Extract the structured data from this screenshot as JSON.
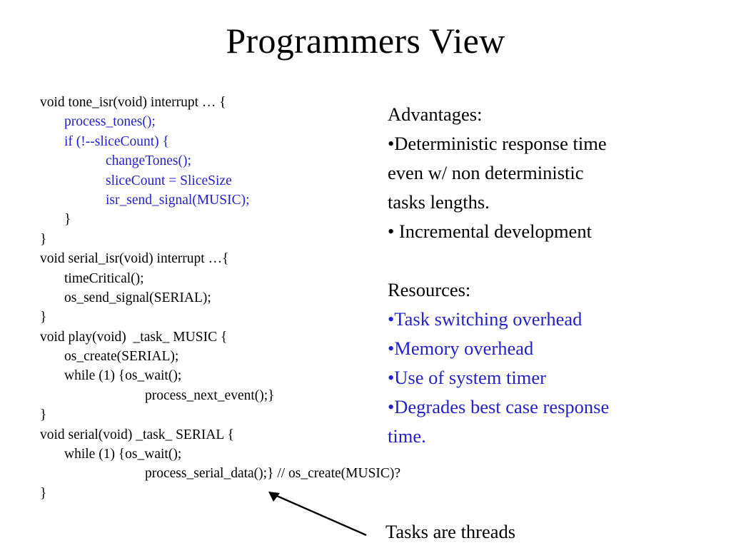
{
  "slide": {
    "title": "Programmers View",
    "background_color": "#ffffff",
    "text_color": "#000000",
    "accent_color": "#2222c8"
  },
  "code": {
    "lines": [
      {
        "text": "void tone_isr(void) interrupt … {",
        "indent": 0,
        "color": "black"
      },
      {
        "text": "process_tones();",
        "indent": 1,
        "color": "blue"
      },
      {
        "text": "if (!--sliceCount) {",
        "indent": 1,
        "color": "blue"
      },
      {
        "text": "changeTones();",
        "indent": 2,
        "color": "blue"
      },
      {
        "text": "sliceCount = SliceSize",
        "indent": 2,
        "color": "blue"
      },
      {
        "text": "isr_send_signal(MUSIC);",
        "indent": 2,
        "color": "blue"
      },
      {
        "text": "}",
        "indent": 1,
        "color": "black"
      },
      {
        "text": "}",
        "indent": 0,
        "color": "black"
      },
      {
        "text": "void serial_isr(void) interrupt …{",
        "indent": 0,
        "color": "black"
      },
      {
        "text": "timeCritical();",
        "indent": 1,
        "color": "black"
      },
      {
        "text": "os_send_signal(SERIAL);",
        "indent": 1,
        "color": "black"
      },
      {
        "text": "}",
        "indent": 0,
        "color": "black"
      },
      {
        "text": "void play(void)  _task_ MUSIC {",
        "indent": 0,
        "color": "black"
      },
      {
        "text": "os_create(SERIAL);",
        "indent": 1,
        "color": "black"
      },
      {
        "text": "while (1) {os_wait();",
        "indent": 1,
        "color": "black"
      },
      {
        "text": "process_next_event();}",
        "indent": 3,
        "color": "black"
      },
      {
        "text": "}",
        "indent": 0,
        "color": "black"
      },
      {
        "text": "void serial(void) _task_ SERIAL {",
        "indent": 0,
        "color": "black"
      },
      {
        "text": "while (1) {os_wait();",
        "indent": 1,
        "color": "black"
      },
      {
        "text": "process_serial_data();} // os_create(MUSIC)?",
        "indent": 3,
        "color": "black"
      },
      {
        "text": "}",
        "indent": 0,
        "color": "black"
      }
    ]
  },
  "right_column": {
    "advantages_heading": "Advantages:",
    "advantages": [
      "•Deterministic response time",
      "even w/ non deterministic",
      "tasks lengths.",
      "• Incremental development"
    ],
    "resources_heading": "Resources:",
    "resources": [
      "•Task switching overhead",
      "•Memory overhead",
      "•Use of system timer",
      "•Degrades best case response",
      "time."
    ]
  },
  "annotation": {
    "caption": "Tasks are threads",
    "arrow_icon": "arrow-up-left-icon"
  }
}
